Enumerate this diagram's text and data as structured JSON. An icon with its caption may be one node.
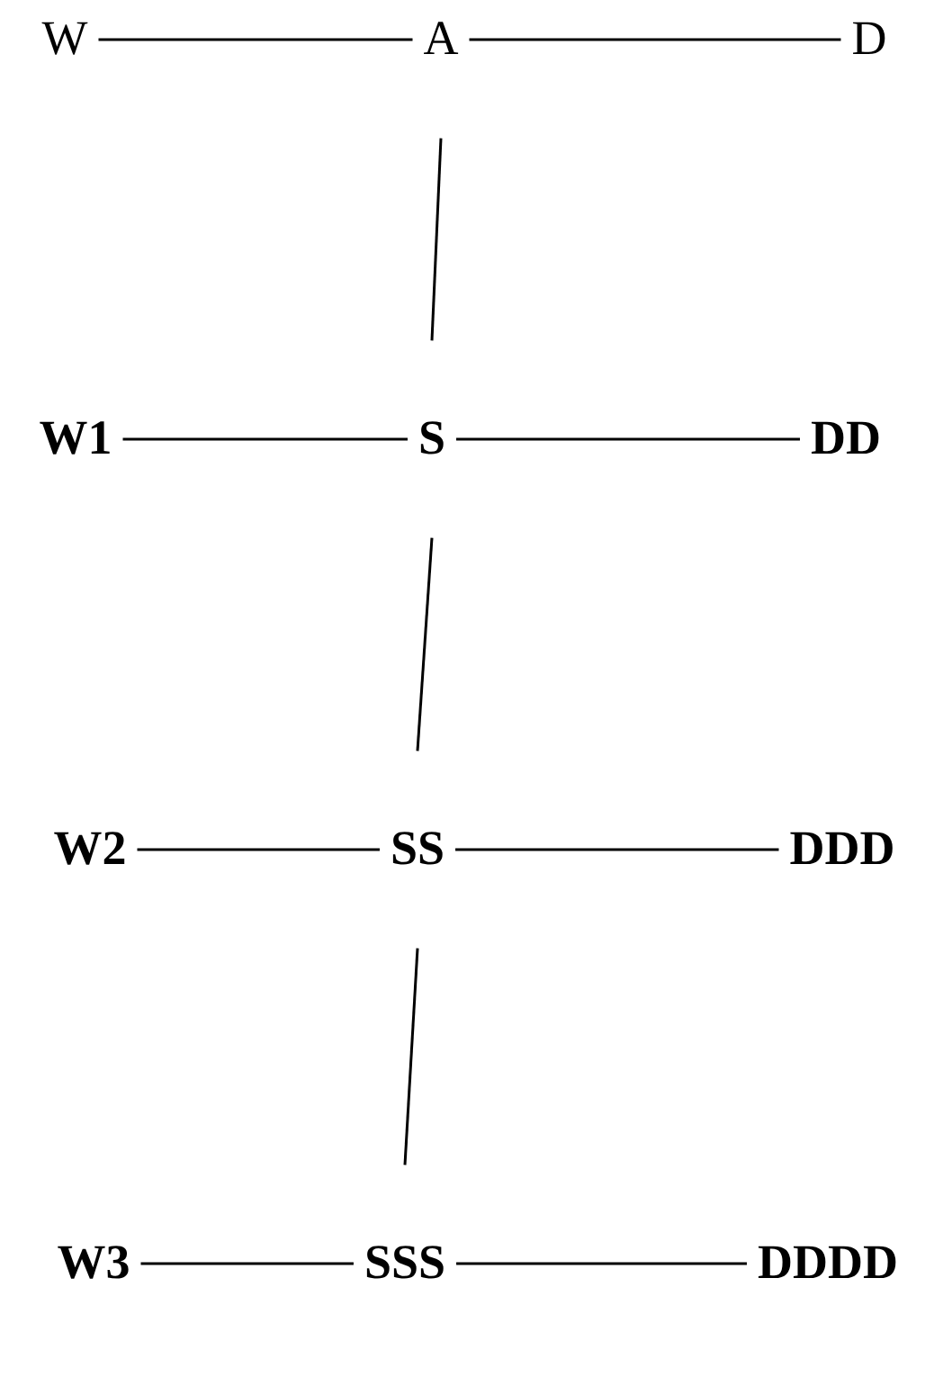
{
  "diagram": {
    "nodes": [
      {
        "text": [
          "W"
        ]
      },
      {
        "text": [
          "A"
        ]
      },
      {
        "text": [
          "D"
        ]
      },
      {
        "text": [
          "W1"
        ]
      },
      {
        "text": [
          "S"
        ]
      },
      {
        "text": [
          "DD"
        ]
      },
      {
        "text": [
          "W2"
        ]
      },
      {
        "text": [
          "SS"
        ]
      },
      {
        "text": [
          "DDD"
        ]
      },
      {
        "text": [
          "W3"
        ]
      },
      {
        "text": [
          "SSS"
        ]
      },
      {
        "text": [
          "DDDD"
        ]
      }
    ],
    "edges": [
      {
        "from": 0,
        "to": 1,
        "arrow": "none"
      },
      {
        "from": 1,
        "to": 2,
        "arrow": "none"
      },
      {
        "from": 1,
        "to": 4,
        "arrow": "none"
      },
      {
        "from": 3,
        "to": 4,
        "arrow": "none"
      },
      {
        "from": 4,
        "to": 5,
        "arrow": "none"
      },
      {
        "from": 4,
        "to": 7,
        "arrow": "none"
      },
      {
        "from": 6,
        "to": 7,
        "arrow": "none"
      },
      {
        "from": 7,
        "to": 8,
        "arrow": "none"
      },
      {
        "from": 7,
        "to": 10,
        "arrow": "none"
      },
      {
        "from": 9,
        "to": 10,
        "arrow": "none"
      },
      {
        "from": 10,
        "to": 11,
        "arrow": "none"
      }
    ]
  }
}
